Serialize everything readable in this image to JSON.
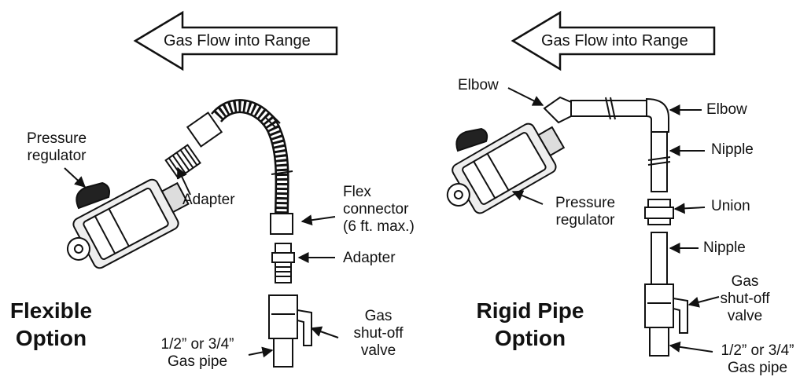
{
  "left": {
    "flow_arrow": "Gas Flow into Range",
    "option_title": [
      "Flexible",
      "Option"
    ],
    "labels": {
      "pressure_regulator": [
        "Pressure",
        "regulator"
      ],
      "adapter_top": "Adapter",
      "flex_connector": [
        "Flex",
        "connector",
        "(6 ft. max.)"
      ],
      "adapter_bottom": "Adapter",
      "shutoff_valve": [
        "Gas",
        "shut-off",
        "valve"
      ],
      "gas_pipe": [
        "1/2” or 3/4”",
        "Gas pipe"
      ]
    }
  },
  "right": {
    "flow_arrow": "Gas Flow into Range",
    "option_title": [
      "Rigid Pipe",
      "Option"
    ],
    "labels": {
      "elbow_left": "Elbow",
      "elbow_right": "Elbow",
      "nipple_top": "Nipple",
      "pressure_regulator": [
        "Pressure",
        "regulator"
      ],
      "union": "Union",
      "nipple_bottom": "Nipple",
      "shutoff_valve": [
        "Gas",
        "shut-off",
        "valve"
      ],
      "gas_pipe": [
        "1/2” or 3/4”",
        "Gas pipe"
      ]
    }
  }
}
